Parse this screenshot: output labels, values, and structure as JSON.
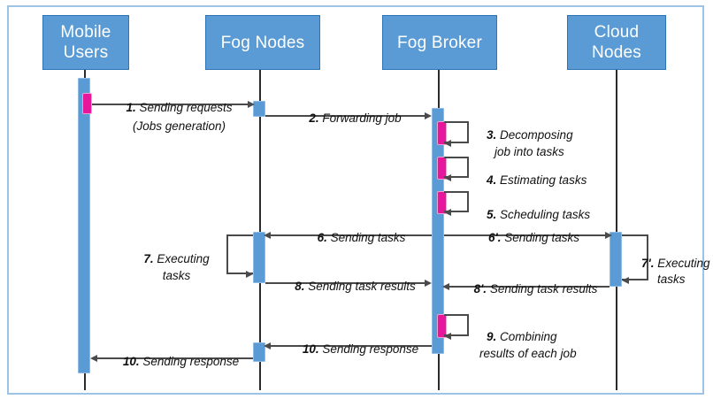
{
  "diagram": {
    "type": "uml-sequence-diagram",
    "colors": {
      "lifeline_head_fill": "#5B9BD5",
      "lifeline_head_border": "#2E75B6",
      "activation_fill": "#5B9BD5",
      "focus_marker": "#E6179B",
      "frame_border": "#9DC3E6",
      "line": "#4a4a4a",
      "head_text": "#ffffff",
      "label_text": "#111111"
    },
    "participants": [
      {
        "id": "mobile-users",
        "label": "Mobile\nUsers",
        "line1": "Mobile",
        "line2": "Users"
      },
      {
        "id": "fog-nodes",
        "label": "Fog Nodes",
        "line1": "Fog Nodes",
        "line2": ""
      },
      {
        "id": "fog-broker",
        "label": "Fog Broker",
        "line1": "Fog Broker",
        "line2": ""
      },
      {
        "id": "cloud-nodes",
        "label": "Cloud\nNodes",
        "line1": "Cloud",
        "line2": "Nodes"
      }
    ],
    "messages": [
      {
        "num": "1.",
        "text": "Sending requests",
        "text2": "(Jobs generation)",
        "from": "mobile-users",
        "to": "fog-nodes",
        "direction": "right",
        "kind": "call"
      },
      {
        "num": "2.",
        "text": "Forwarding job",
        "text2": "",
        "from": "fog-nodes",
        "to": "fog-broker",
        "direction": "right",
        "kind": "call"
      },
      {
        "num": "3.",
        "text": "Decomposing",
        "text2": "job into tasks",
        "from": "fog-broker",
        "to": "fog-broker",
        "direction": "self",
        "kind": "self"
      },
      {
        "num": "4.",
        "text": "Estimating tasks",
        "text2": "",
        "from": "fog-broker",
        "to": "fog-broker",
        "direction": "self",
        "kind": "self"
      },
      {
        "num": "5.",
        "text": "Scheduling tasks",
        "text2": "",
        "from": "fog-broker",
        "to": "fog-broker",
        "direction": "self",
        "kind": "self"
      },
      {
        "num": "6.",
        "text": "Sending tasks",
        "text2": "",
        "from": "fog-broker",
        "to": "fog-nodes",
        "direction": "left",
        "kind": "call"
      },
      {
        "num": "6'.",
        "text": "Sending tasks",
        "text2": "",
        "from": "fog-broker",
        "to": "cloud-nodes",
        "direction": "right",
        "kind": "call"
      },
      {
        "num": "7.",
        "text": "Executing",
        "text2": "tasks",
        "from": "fog-nodes",
        "to": "fog-nodes",
        "direction": "self",
        "kind": "self"
      },
      {
        "num": "7'.",
        "text": "Executing",
        "text2": "tasks",
        "from": "cloud-nodes",
        "to": "cloud-nodes",
        "direction": "self",
        "kind": "self"
      },
      {
        "num": "8.",
        "text": "Sending task results",
        "text2": "",
        "from": "fog-nodes",
        "to": "fog-broker",
        "direction": "right",
        "kind": "return"
      },
      {
        "num": "8'.",
        "text": "Sending task results",
        "text2": "",
        "from": "cloud-nodes",
        "to": "fog-broker",
        "direction": "left",
        "kind": "return"
      },
      {
        "num": "9.",
        "text": "Combining",
        "text2": "results of each job",
        "from": "fog-broker",
        "to": "fog-broker",
        "direction": "self",
        "kind": "self"
      },
      {
        "num": "10.",
        "text": "Sending response",
        "text2": "",
        "from": "fog-broker",
        "to": "fog-nodes",
        "direction": "left",
        "kind": "return"
      },
      {
        "num": "10.",
        "text": "Sending response",
        "text2": "",
        "from": "fog-nodes",
        "to": "mobile-users",
        "direction": "left",
        "kind": "return"
      }
    ],
    "labels": {
      "m1_num": "1.",
      "m1_a": " Sending requests",
      "m1_b": "(Jobs generation)",
      "m2_num": "2.",
      "m2_a": " Forwarding job",
      "m3_num": "3.",
      "m3_a": " Decomposing",
      "m3_b": "job into tasks",
      "m4_num": "4.",
      "m4_a": " Estimating tasks",
      "m5_num": "5.",
      "m5_a": " Scheduling tasks",
      "m6_num": "6.",
      "m6_a": " Sending tasks",
      "m6p_num": "6'.",
      "m6p_a": " Sending tasks",
      "m7_num": "7.",
      "m7_a": " Executing",
      "m7_b": "tasks",
      "m7p_num": "7'.",
      "m7p_a": " Executing",
      "m7p_b": "tasks",
      "m8_num": "8.",
      "m8_a": " Sending task results",
      "m8p_num": "8'.",
      "m8p_a": " Sending task results",
      "m9_num": "9.",
      "m9_a": " Combining",
      "m9_b": "results of each job",
      "m10a_num": "10.",
      "m10a_a": " Sending response",
      "m10b_num": "10.",
      "m10b_a": " Sending response"
    }
  }
}
